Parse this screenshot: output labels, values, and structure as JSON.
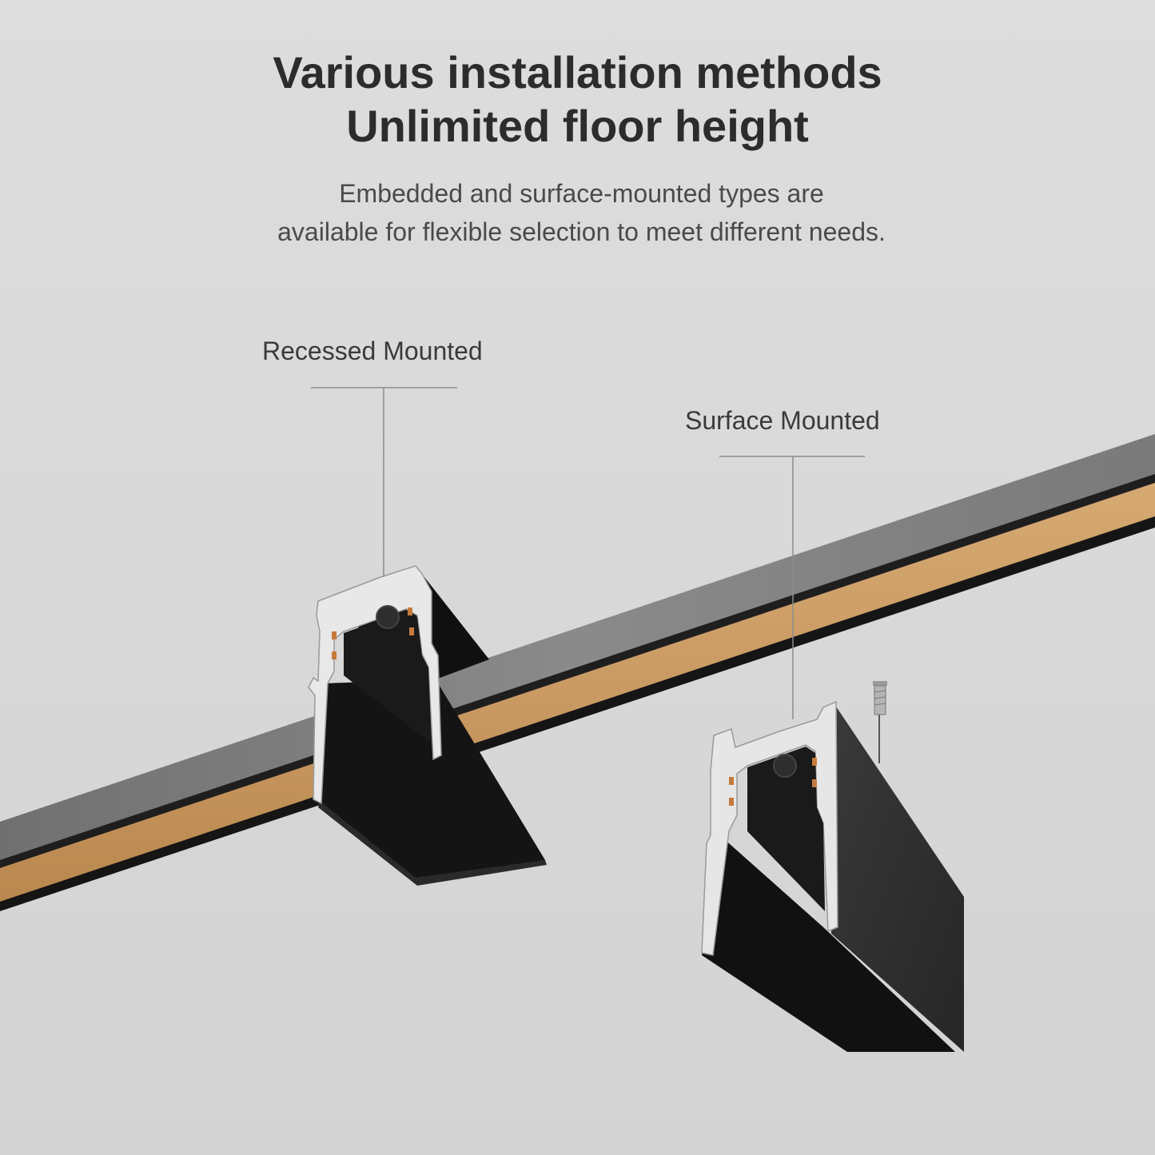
{
  "header": {
    "title_line1": "Various installation methods",
    "title_line2": "Unlimited floor height",
    "subtitle_line1": "Embedded and surface-mounted types are",
    "subtitle_line2": "available for flexible selection to meet different needs."
  },
  "callouts": {
    "recessed": "Recessed Mounted",
    "surface": "Surface Mounted"
  },
  "colors": {
    "background": "#dcdcdc",
    "wood": "#c99a62",
    "track_black": "#111111",
    "aluminum": "#e6e6e6",
    "title_text": "#2c2c2c"
  }
}
